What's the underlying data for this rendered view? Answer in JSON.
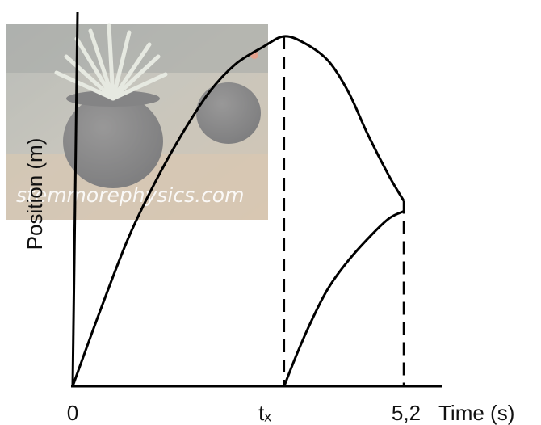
{
  "chart_data": {
    "type": "line",
    "title": "",
    "xlabel": "Time (s)",
    "ylabel": "Position (m)",
    "x_ticks": [
      "0",
      "tₓ",
      "5,2"
    ],
    "grid": false,
    "legend": "none",
    "series": [
      {
        "name": "",
        "points": [
          [
            0,
            0
          ],
          [
            0.46,
            0.21
          ],
          [
            0.95,
            0.42
          ],
          [
            1.41,
            0.58
          ],
          [
            1.88,
            0.72
          ],
          [
            2.35,
            0.84
          ],
          [
            2.8,
            0.92
          ],
          [
            3.28,
            0.97
          ],
          [
            3.64,
            1.0
          ],
          [
            4.0,
            0.98
          ],
          [
            4.4,
            0.93
          ],
          [
            4.75,
            0.84
          ],
          [
            5.08,
            0.72
          ],
          [
            5.45,
            0.6
          ],
          [
            5.7,
            0.53
          ]
        ]
      },
      {
        "name": "",
        "points": [
          [
            3.64,
            0
          ],
          [
            3.88,
            0.1
          ],
          [
            4.12,
            0.19
          ],
          [
            4.4,
            0.28
          ],
          [
            4.75,
            0.36
          ],
          [
            5.13,
            0.43
          ],
          [
            5.45,
            0.48
          ],
          [
            5.7,
            0.5
          ]
        ]
      }
    ],
    "drop_lines": [
      3.64,
      5.7
    ],
    "colors": {
      "curve": "#000000",
      "axis": "#000000"
    }
  },
  "watermark": {
    "text": "stemmorephysics.com",
    "plant_icon": "potted-plant-photo"
  }
}
